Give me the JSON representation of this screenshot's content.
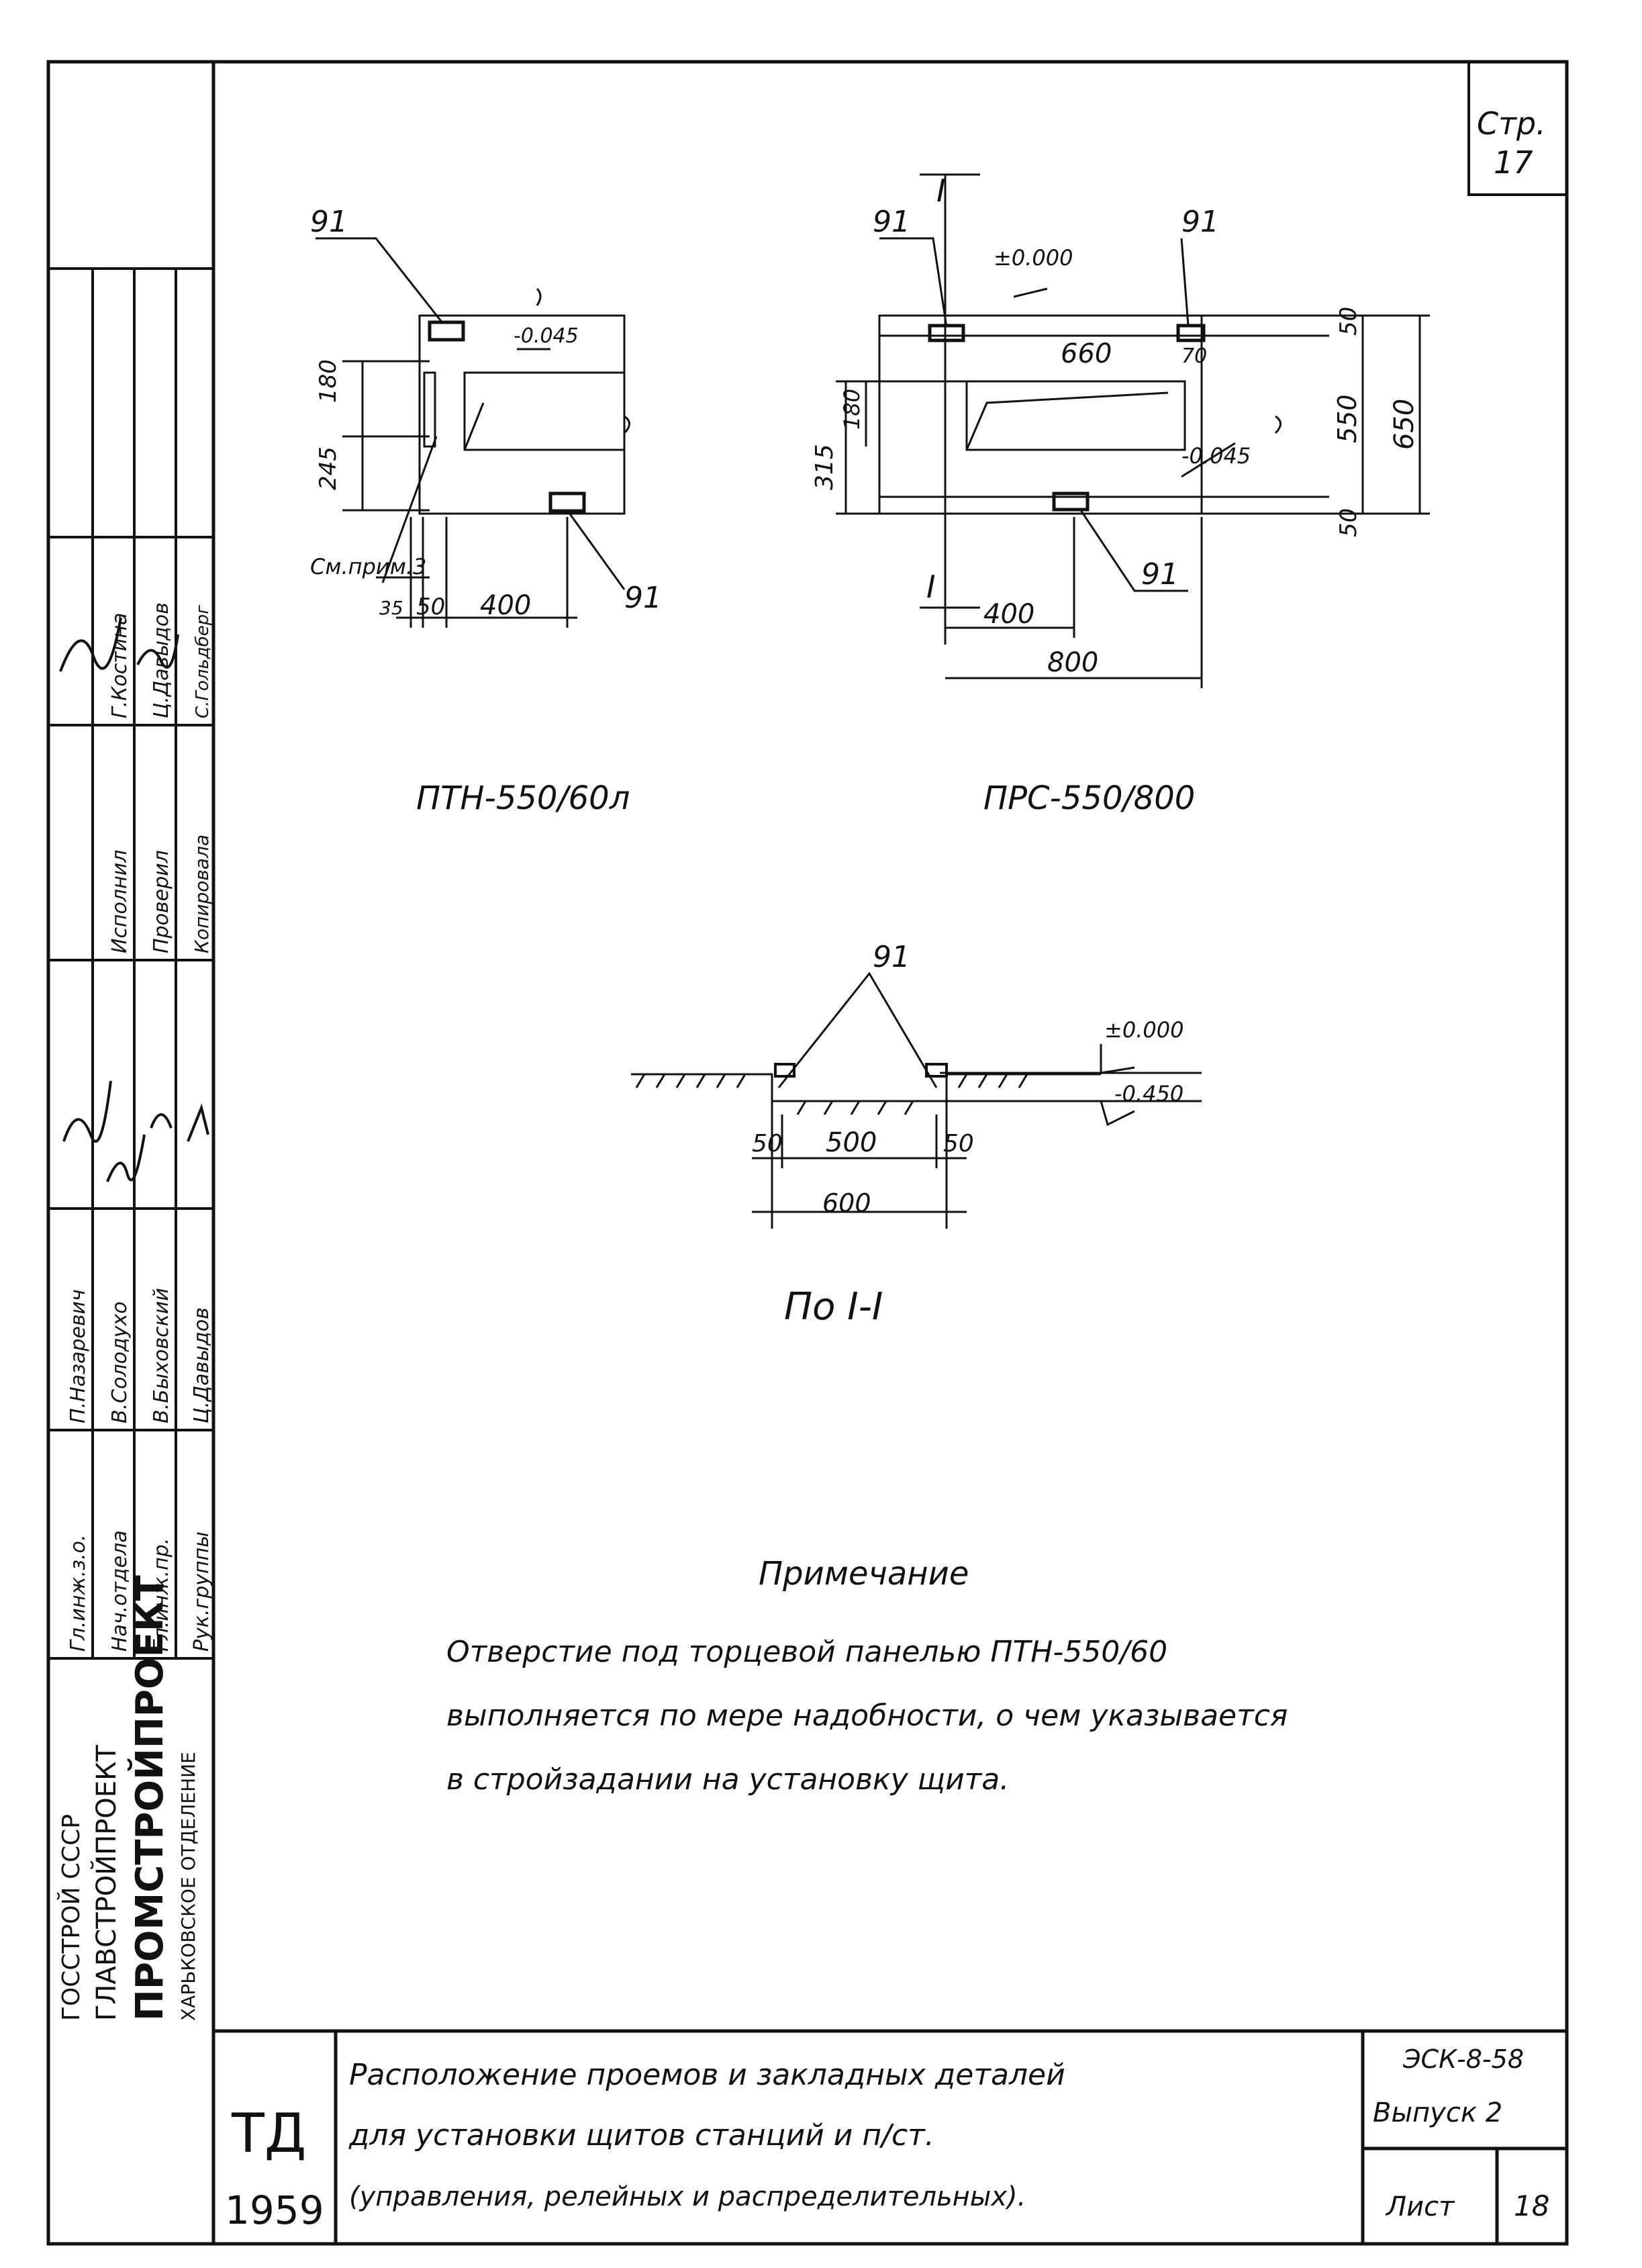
{
  "page": {
    "page_label": "Стр.",
    "page_number": "17"
  },
  "drawings": {
    "left": {
      "caption": "ПТН-550/60л",
      "callout_top": "91",
      "callout_bottom": "91",
      "elevation": "-0.045",
      "dim_180": "180",
      "dim_245": "245",
      "dim_35": "35",
      "dim_50": "50",
      "dim_400": "400",
      "see_note": "См.прим.3"
    },
    "right": {
      "caption": "ПРС-550/800",
      "section_mark": "I",
      "section_mark_bottom": "I",
      "callout_left": "91",
      "callout_right": "91",
      "callout_bottom": "91",
      "elevation_top": "±0.000",
      "elevation_mid": "-0.045",
      "dim_660": "660",
      "dim_70": "70",
      "dim_180": "180",
      "dim_315": "315",
      "dim_50_top": "50",
      "dim_550": "550",
      "dim_650": "650",
      "dim_50_bottom": "50",
      "dim_400": "400",
      "dim_800": "800"
    },
    "section": {
      "caption": "По I-I",
      "callout": "91",
      "elevation_top": "±0.000",
      "elevation_bottom": "-0.450",
      "dim_50_left": "50",
      "dim_500": "500",
      "dim_50_right": "50",
      "dim_600": "600"
    }
  },
  "note": {
    "heading": "Примечание",
    "lines": [
      "Отверстие под торцевой панелью ПТН-550/60",
      "выполняется по мере надобности, о чем указывается",
      "в стройзадании на установку щита."
    ]
  },
  "side_stamp": {
    "org_line1": "ГОССТРОЙ СССР",
    "org_line2": "ГЛАВСТРОЙПРОЕКТ",
    "org_line3": "ПРОМСТРОЙПРОЕКТ",
    "org_line4": "ХАРЬКОВСКОЕ   ОТДЕЛЕНИЕ",
    "roles": [
      "Гл.инж.з.о.",
      "Нач.отдела",
      "Гл.инж.пр.",
      "Рук.группы"
    ],
    "names": [
      "П.Назаревич",
      "В.Солодухо",
      "В.Быховский",
      "Ц.Давыдов"
    ],
    "roles2": [
      "Исполнил",
      "Проверил",
      "Копировала"
    ],
    "names2": [
      "Г.Костина",
      "Ц.Давыдов",
      "С.Гольдберг"
    ]
  },
  "title_block": {
    "code": "ТД",
    "year": "1959",
    "title_lines": [
      "Расположение проемов и закладных деталей",
      "для   установки щитов станций и п/ст.",
      "(управления, релейных и распределительных)."
    ],
    "series": "ЭСК-8-58",
    "issue": "Выпуск 2",
    "sheet_label": "Лист",
    "sheet_number": "18"
  }
}
